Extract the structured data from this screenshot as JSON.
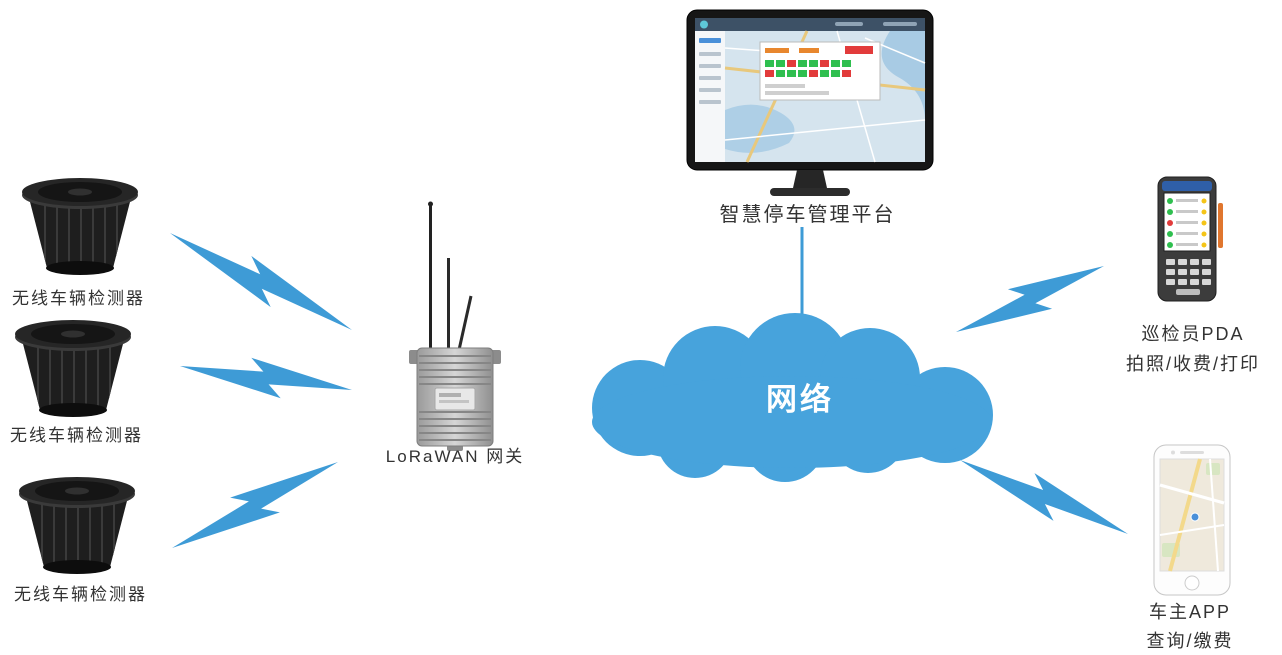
{
  "colors": {
    "accent_blue": "#3E9BD6",
    "cloud_blue": "#47A3DC",
    "label_color": "#333333",
    "status_green": "#2FBF4F",
    "status_red": "#E23B3B",
    "status_orange": "#E8872E"
  },
  "nodes": {
    "detector1": {
      "label": "无线车辆检测器"
    },
    "detector2": {
      "label": "无线车辆检测器"
    },
    "detector3": {
      "label": "无线车辆检测器"
    },
    "gateway": {
      "label": "LoRaWAN 网关"
    },
    "cloud": {
      "label": "网络"
    },
    "platform": {
      "label": "智慧停车管理平台"
    },
    "pda": {
      "line1": "巡检员PDA",
      "line2": "拍照/收费/打印"
    },
    "owner_app": {
      "line1": "车主APP",
      "line2": "查询/缴费"
    }
  }
}
